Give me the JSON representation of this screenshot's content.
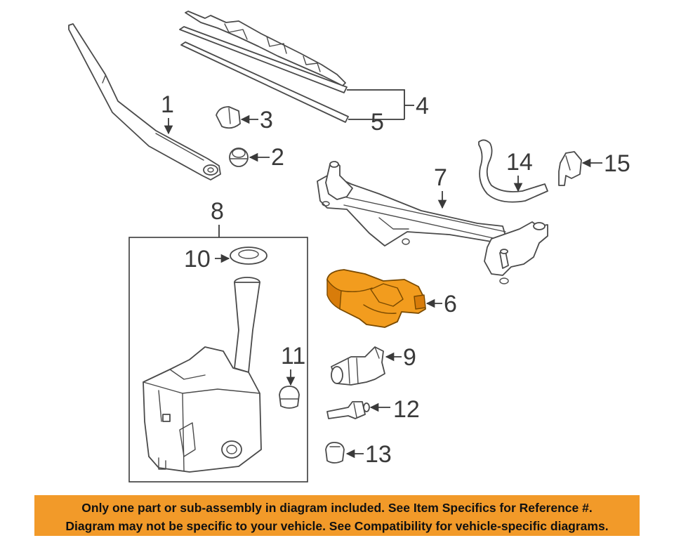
{
  "callouts": {
    "c1": "1",
    "c2": "2",
    "c3": "3",
    "c4": "4",
    "c5": "5",
    "c6": "6",
    "c7": "7",
    "c8": "8",
    "c9": "9",
    "c10": "10",
    "c11": "11",
    "c12": "12",
    "c13": "13",
    "c14": "14",
    "c15": "15"
  },
  "highlight_color": "#f29c1e",
  "notice": {
    "line1": "Only one part or sub-assembly in diagram included. See Item Specifics for Reference #.",
    "line2": "Diagram may not be specific to your vehicle. See Compatibility for vehicle-specific diagrams.",
    "background": "#f29a29"
  }
}
